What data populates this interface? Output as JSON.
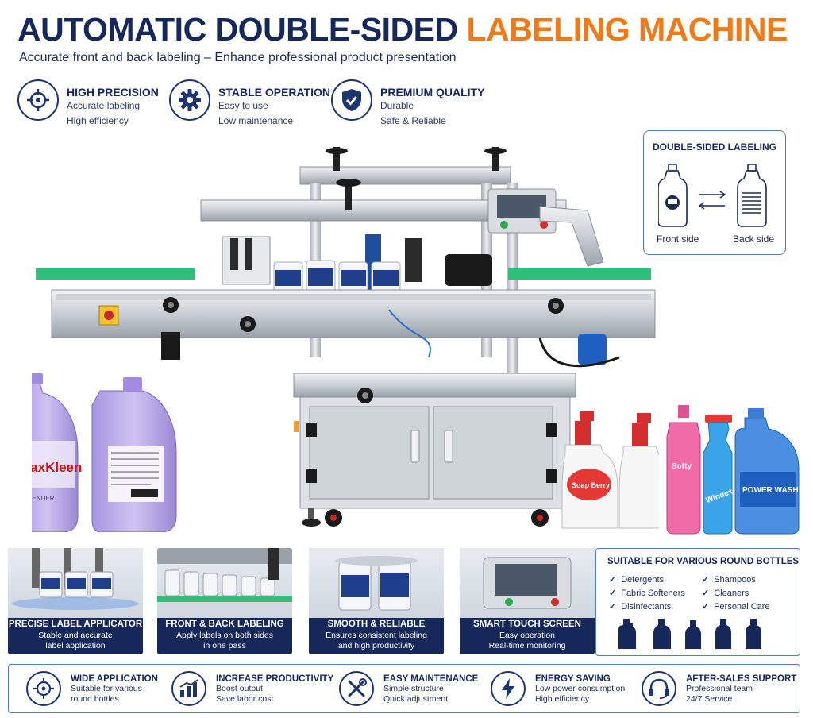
{
  "header": {
    "title_part1": "AUTOMATIC DOUBLE-SIDED",
    "title_part2": "LABELING MACHINE",
    "subtitle": "Accurate front and back labeling – Enhance professional product presentation"
  },
  "top_features": [
    {
      "title": "HIGH PRECISION",
      "line1": "Accurate labeling",
      "line2": "High efficiency",
      "icon": "crosshair-icon"
    },
    {
      "title": "STABLE OPERATION",
      "line1": "Easy to use",
      "line2": "Low maintenance",
      "icon": "gear-icon"
    },
    {
      "title": "PREMIUM QUALITY",
      "line1": "Durable",
      "line2": "Safe & Reliable",
      "icon": "shield-check-icon"
    }
  ],
  "double_sided": {
    "title": "DOUBLE-SIDED LABELING",
    "front": "Front side",
    "back": "Back side"
  },
  "product_labels": {
    "left_bottle_brand": "MaxKleen",
    "left_bottle_variant": "LAVENDER",
    "soap_berry": "Soap Berry",
    "softy": "Softy",
    "windex": "Windex",
    "power_wash": "POWER WASH"
  },
  "cards": [
    {
      "title": "PRECISE LABEL APPLICATOR",
      "line1": "Stable and accurate",
      "line2": "label application"
    },
    {
      "title": "FRONT & BACK LABELING",
      "line1": "Apply labels on both sides",
      "line2": "in one pass"
    },
    {
      "title": "SMOOTH & RELIABLE",
      "line1": "Ensures consistent labeling",
      "line2": "and high productivity"
    },
    {
      "title": "SMART TOUCH SCREEN",
      "line1": "Easy operation",
      "line2": "Real-time monitoring"
    }
  ],
  "suitable": {
    "title": "SUITABLE FOR VARIOUS ROUND BOTTLES",
    "col1": [
      "Detergents",
      "Fabric Softeners",
      "Disinfectants"
    ],
    "col2": [
      "Shampoos",
      "Cleaners",
      "Personal Care"
    ]
  },
  "bottom_features": [
    {
      "title": "WIDE APPLICATION",
      "line1": "Suitable for various",
      "line2": "round bottles",
      "icon": "target-icon"
    },
    {
      "title": "INCREASE PRODUCTIVITY",
      "line1": "Boost output",
      "line2": "Save labor cost",
      "icon": "bar-chart-icon"
    },
    {
      "title": "EASY MAINTENANCE",
      "line1": "Simple structure",
      "line2": "Quick adjustment",
      "icon": "tools-icon"
    },
    {
      "title": "ENERGY SAVING",
      "line1": "Low power consumption",
      "line2": "High efficiency",
      "icon": "lightning-icon"
    },
    {
      "title": "AFTER-SALES SUPPORT",
      "line1": "Professional team",
      "line2": "24/7 Service",
      "icon": "headset-icon"
    }
  ],
  "colors": {
    "navy": "#16285a",
    "orange": "#f07a17",
    "accent_blue": "#5a79b8"
  }
}
